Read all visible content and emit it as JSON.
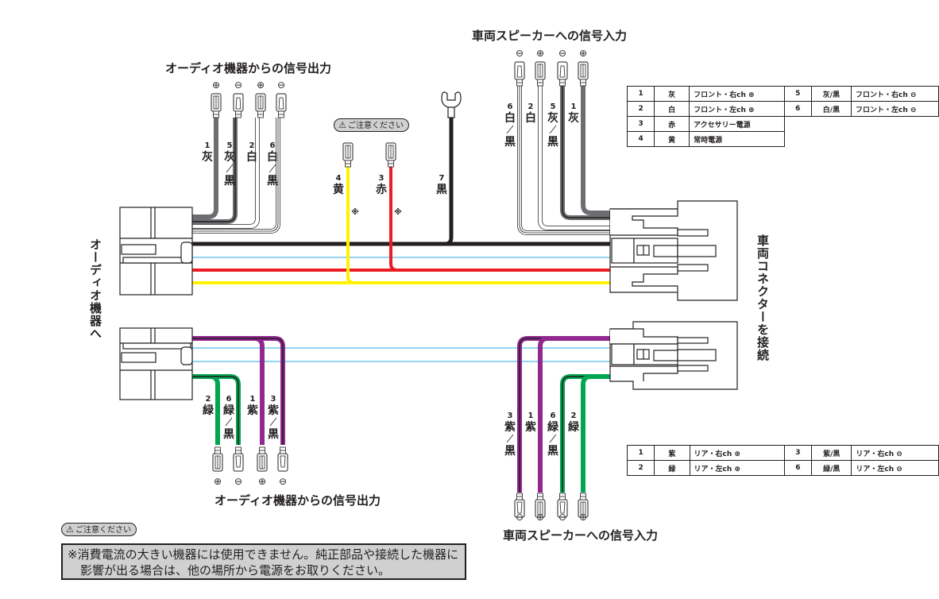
{
  "titles": {
    "audio_out_top": "オーディオ機器からの信号出力",
    "speaker_in_top": "車両スピーカーへの信号入力",
    "audio_out_bottom": "オーディオ機器からの信号出力",
    "speaker_in_bottom": "車両スピーカーへの信号入力",
    "to_audio": "オーディオ機器へ",
    "to_vehicle": "車両コネクターを接続"
  },
  "caution_label": "ご注意ください",
  "warning_icon": "warning-triangle-icon",
  "note": {
    "line1": "※消費電流の大きい機器には使用できません。純正部品や接続した機器に",
    "line2": "影響が出る場合は、他の場所から電源をお取りください。"
  },
  "wires": {
    "audio_top": [
      {
        "num": "1",
        "color": "灰",
        "sub": "",
        "polarity": "⊕"
      },
      {
        "num": "5",
        "color": "灰",
        "sub": "黒",
        "polarity": "⊖"
      },
      {
        "num": "2",
        "color": "白",
        "sub": "",
        "polarity": "⊕"
      },
      {
        "num": "6",
        "color": "白",
        "sub": "黒",
        "polarity": "⊖"
      }
    ],
    "speaker_top": [
      {
        "num": "6",
        "color": "白",
        "sub": "黒",
        "polarity": "⊖"
      },
      {
        "num": "2",
        "color": "白",
        "sub": "",
        "polarity": "⊕"
      },
      {
        "num": "5",
        "color": "灰",
        "sub": "黒",
        "polarity": "⊖"
      },
      {
        "num": "1",
        "color": "灰",
        "sub": "",
        "polarity": "⊕"
      }
    ],
    "power": [
      {
        "num": "4",
        "color": "黄",
        "mark": "※"
      },
      {
        "num": "3",
        "color": "赤",
        "mark": "※"
      },
      {
        "num": "7",
        "color": "黒",
        "mark": ""
      }
    ],
    "audio_bottom": [
      {
        "num": "2",
        "color": "緑",
        "sub": "",
        "polarity": "⊕"
      },
      {
        "num": "6",
        "color": "緑",
        "sub": "黒",
        "polarity": "⊖"
      },
      {
        "num": "1",
        "color": "紫",
        "sub": "",
        "polarity": "⊕"
      },
      {
        "num": "3",
        "color": "紫",
        "sub": "黒",
        "polarity": "⊖"
      }
    ],
    "speaker_bottom": [
      {
        "num": "3",
        "color": "紫",
        "sub": "黒",
        "polarity": "⊖"
      },
      {
        "num": "1",
        "color": "紫",
        "sub": "",
        "polarity": "⊕"
      },
      {
        "num": "6",
        "color": "緑",
        "sub": "黒",
        "polarity": "⊖"
      },
      {
        "num": "2",
        "color": "緑",
        "sub": "",
        "polarity": "⊕"
      }
    ]
  },
  "front_table": {
    "rows": [
      [
        "1",
        "灰",
        "フロント・右ch ⊕",
        "5",
        "灰/黒",
        "フロント・右ch ⊖"
      ],
      [
        "2",
        "白",
        "フロント・左ch ⊕",
        "6",
        "白/黒",
        "フロント・左ch ⊖"
      ],
      [
        "3",
        "赤",
        "アクセサリー電源",
        "",
        "",
        ""
      ],
      [
        "4",
        "黄",
        "常時電源",
        "",
        "",
        ""
      ]
    ]
  },
  "rear_table": {
    "rows": [
      [
        "1",
        "紫",
        "リア・右ch ⊕",
        "3",
        "紫/黒",
        "リア・右ch ⊖"
      ],
      [
        "2",
        "緑",
        "リア・左ch ⊕",
        "6",
        "緑/黒",
        "リア・左ch ⊖"
      ]
    ]
  },
  "colors": {
    "gray": "#6d6e71",
    "white": "#ffffff",
    "black": "#231f20",
    "red": "#ed1c24",
    "yellow": "#fff200",
    "purple": "#92278f",
    "green": "#00a651",
    "cyan": "#27aae1",
    "panel": "#d0d0d0"
  }
}
